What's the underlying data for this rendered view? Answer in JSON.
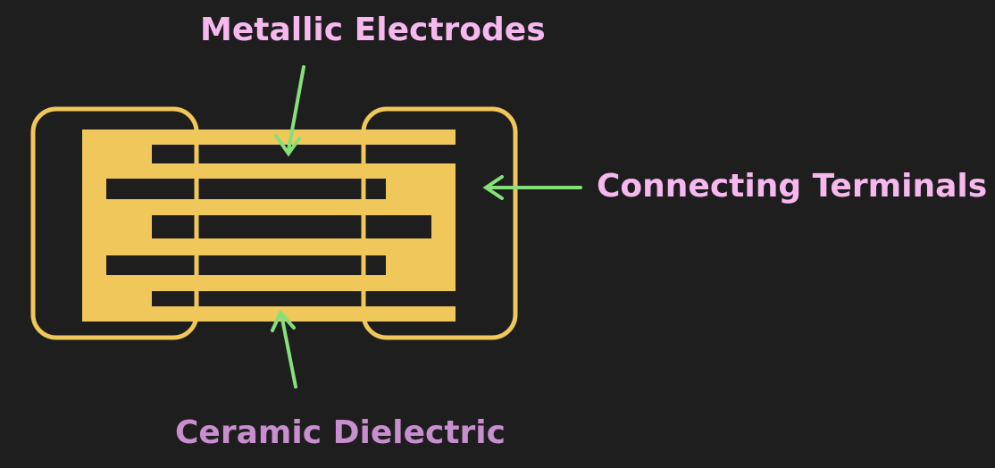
{
  "labels": {
    "metallic_electrodes": "Metallic Electrodes",
    "connecting_terminals": "Connecting Terminals",
    "ceramic_dielectric": "Ceramic Dielectric"
  },
  "colors": {
    "background": "#1e1e1e",
    "electrode_gold": "#f0c75a",
    "arrow_green": "#86e07a",
    "label_pink": "#f7b8f0",
    "label_mauve": "#c98ed0"
  },
  "icons": {
    "arrow": "arrow-icon"
  }
}
